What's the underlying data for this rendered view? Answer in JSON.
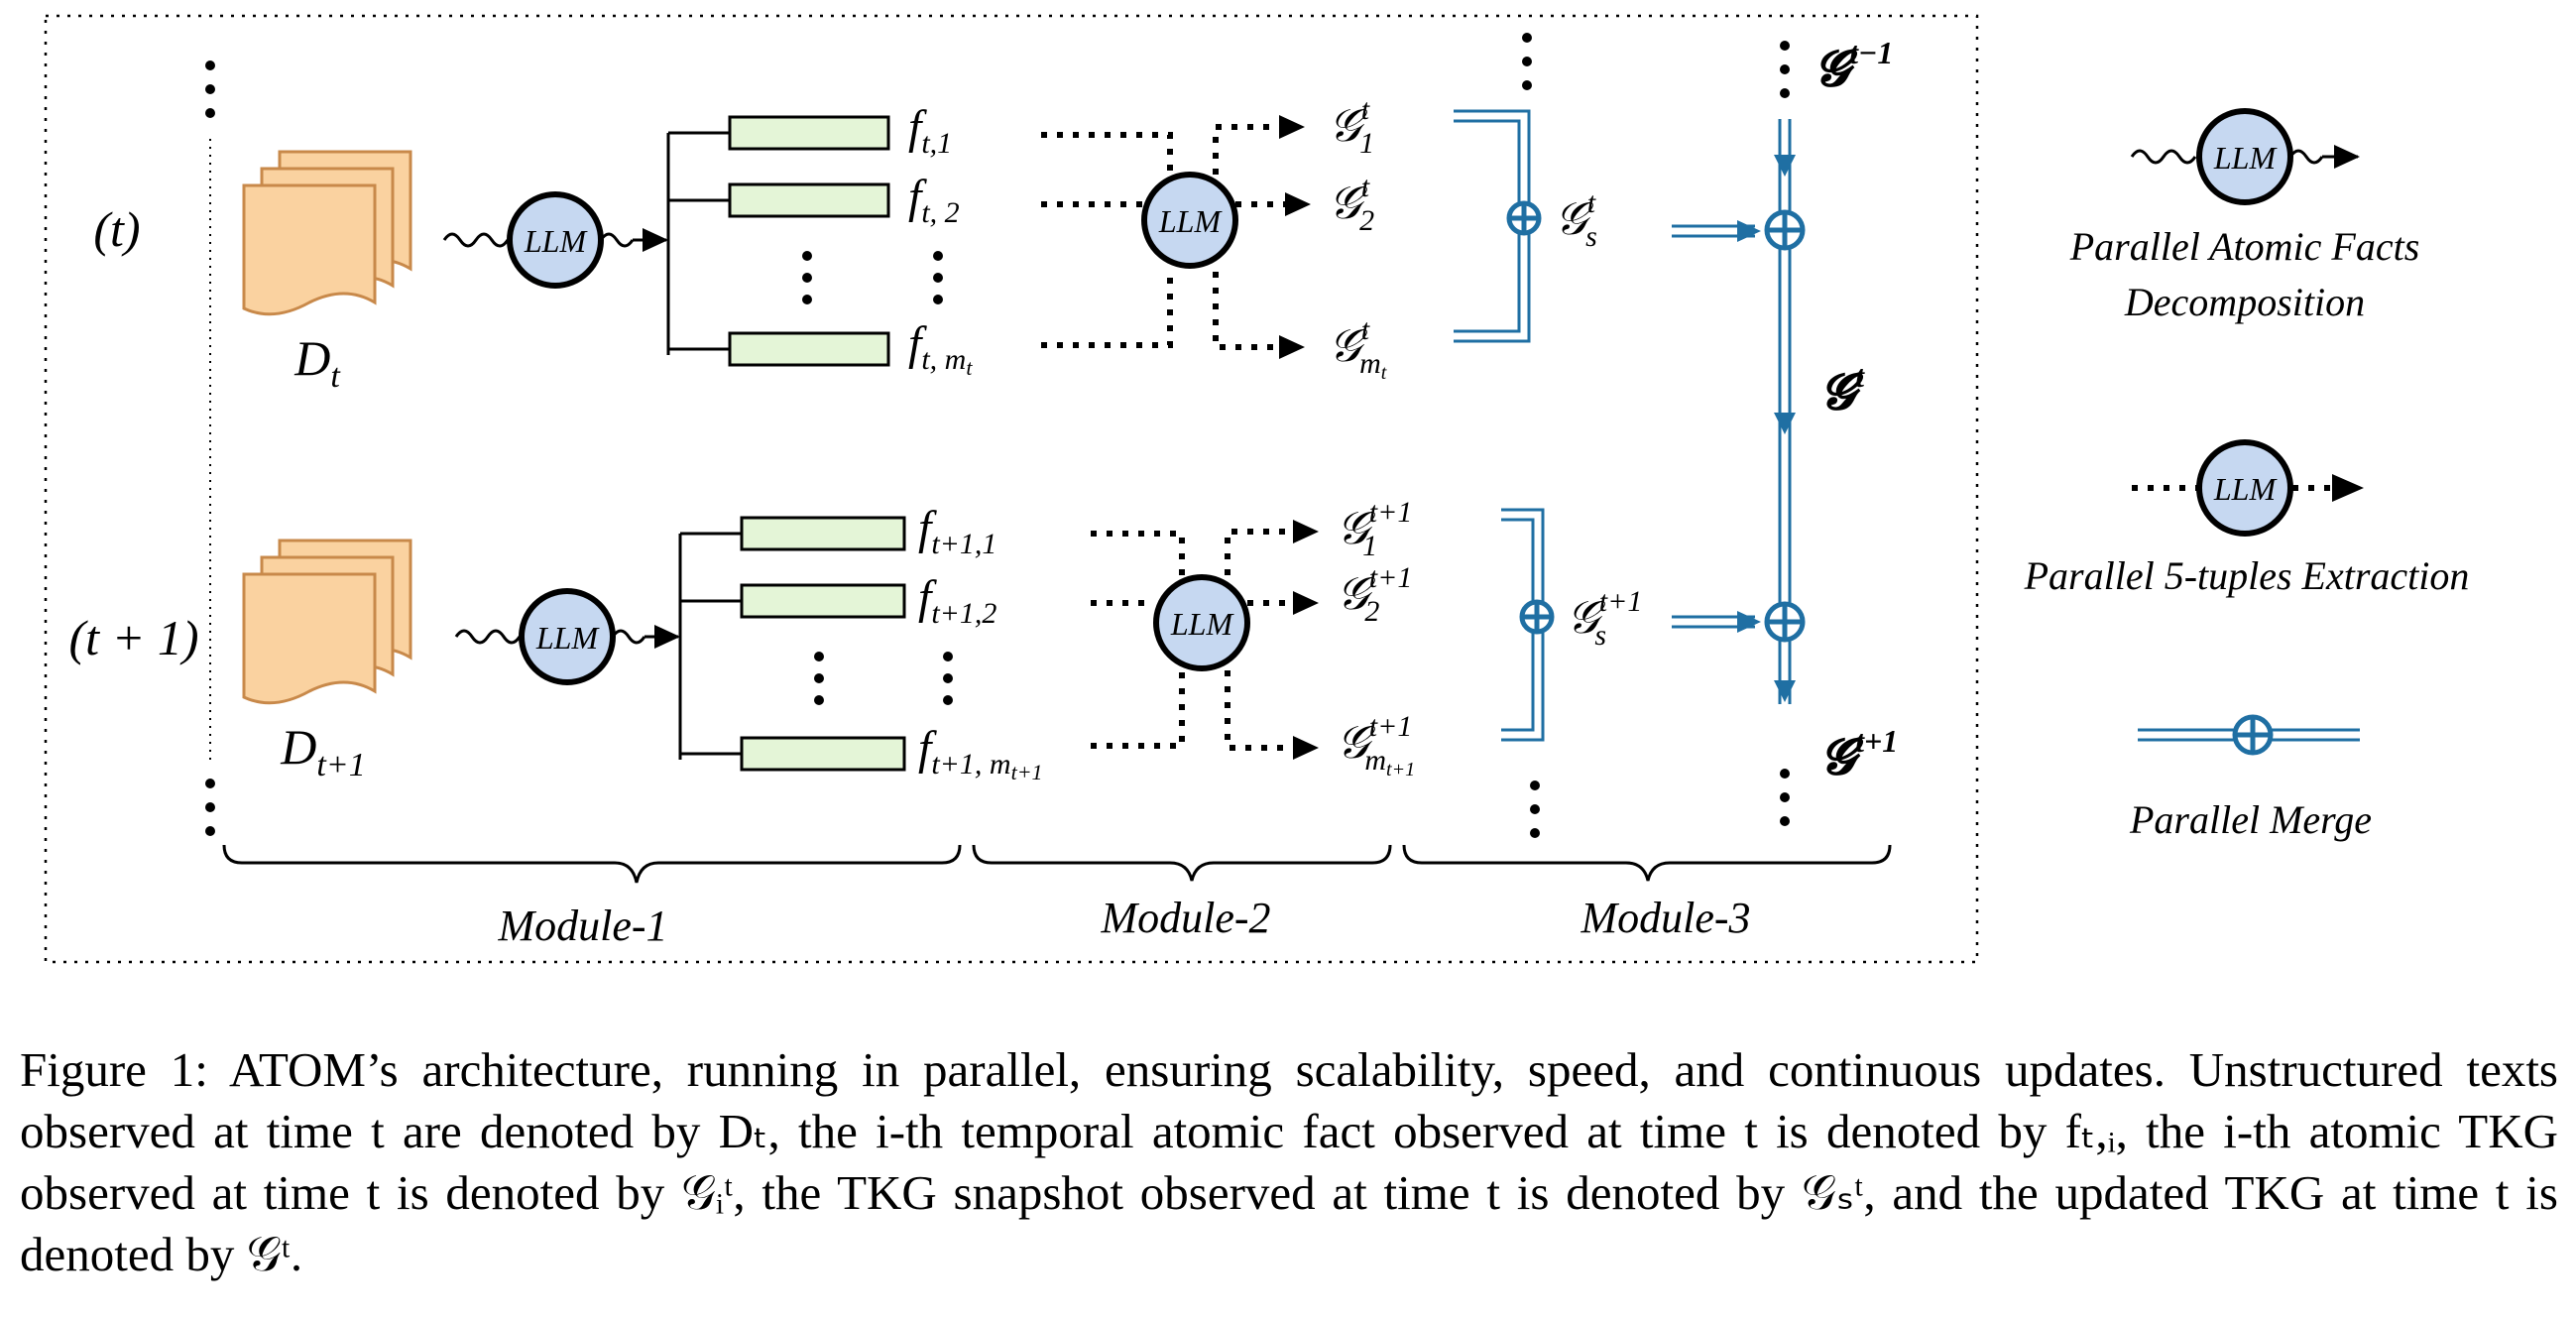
{
  "time_labels": {
    "t": "(t)",
    "t_plus_1": "(t + 1)"
  },
  "documents": {
    "t": "D_t",
    "t_plus_1": "D_{t+1}"
  },
  "llm_label": "LLM",
  "facts_t": [
    "f_{t,1}",
    "f_{t, 2}",
    "f_{t, m_t}"
  ],
  "facts_t1": [
    "f_{t+1,1}",
    "f_{t+1,2}",
    "f_{t+1, m_{t+1}}"
  ],
  "graphs_t": [
    "𝒢_1^t",
    "𝒢_2^t",
    "𝒢_{m_t}^t"
  ],
  "graphs_t1": [
    "𝒢_1^{t+1}",
    "𝒢_2^{t+1}",
    "𝒢_{m_{t+1}}^{t+1}"
  ],
  "snapshots": {
    "t": "𝒢_s^t",
    "t_plus_1": "𝒢_s^{t+1}"
  },
  "updated": {
    "prev": "𝓖^{t−1}",
    "cur": "𝓖^t",
    "next": "𝓖^{t+1}"
  },
  "modules": [
    "Module-1",
    "Module-2",
    "Module-3"
  ],
  "legend": {
    "decomposition": [
      "Parallel Atomic Facts",
      "Decomposition"
    ],
    "extraction": "Parallel 5-tuples Extraction",
    "merge": "Parallel Merge"
  },
  "caption": "Figure 1:  ATOM’s architecture, running in parallel, ensuring scalability, speed, and continuous updates. Unstructured texts observed at time t are denoted by Dₜ, the i-th temporal atomic fact observed at time t is denoted by fₜ,ᵢ, the i-th atomic TKG observed at time t is denoted by 𝒢ᵢᵗ, the TKG snapshot observed at time t is denoted by 𝒢ₛᵗ, and the updated TKG at time t is denoted by 𝒢ᵗ.",
  "colors": {
    "merge_blue": "#1f6fa3",
    "llm_fill": "#c6d8f1",
    "fact_fill": "#e4f5d7",
    "doc_fill": "#fad2a0"
  }
}
